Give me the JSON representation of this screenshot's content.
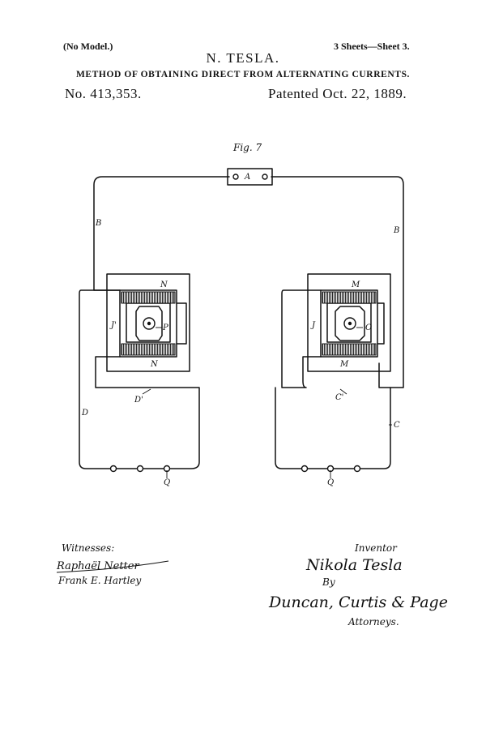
{
  "header": {
    "model_note": "(No Model.)",
    "sheet_note": "3 Sheets—Sheet 3.",
    "inventor": "N. TESLA.",
    "title": "METHOD OF OBTAINING DIRECT FROM ALTERNATING CURRENTS.",
    "patent_number": "No. 413,353.",
    "patent_date": "Patented Oct. 22, 1889."
  },
  "figure": {
    "label": "Fig. 7",
    "letters": {
      "a": "A",
      "b_left": "B",
      "b_right": "B",
      "n_top": "N",
      "n_bottom": "N",
      "p": "P",
      "j_prime": "J'",
      "d_prime": "D'",
      "d": "D",
      "q_left": "Q",
      "m_top": "M",
      "m_bottom": "M",
      "o": "O",
      "j": "J",
      "c_prime": "C'",
      "c": "C",
      "q_right": "Q"
    }
  },
  "signatures": {
    "witnesses_label": "Witnesses:",
    "witness_1": "Raphaël Netter",
    "witness_2": "Frank E. Hartley",
    "inventor_label": "Inventor",
    "inventor_signature": "Nikola Tesla",
    "by": "By",
    "attorneys_signature": "Duncan, Curtis & Page",
    "attorneys_label": "Attorneys."
  },
  "colors": {
    "ink": "#111111",
    "paper": "#ffffff"
  }
}
